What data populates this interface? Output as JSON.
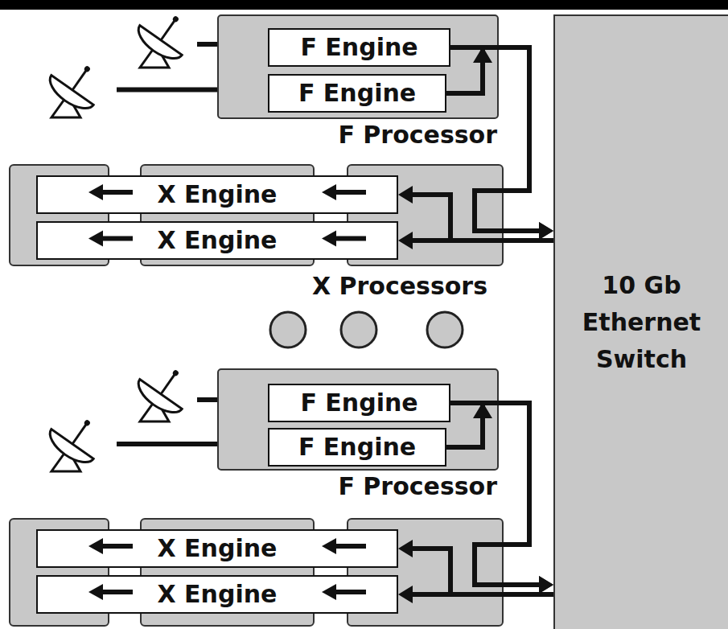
{
  "diagram": {
    "nodes": [
      {
        "text": [
          "F Processor"
        ]
      },
      {
        "text": [
          "F Engine"
        ],
        "in": 0
      },
      {
        "text": [
          "F Engine"
        ],
        "in": 0
      },
      {
        "text": [
          "X Engine"
        ]
      },
      {
        "text": [
          "X Engine"
        ]
      },
      {
        "text": [
          "10 Gb Ethernet Switch"
        ]
      },
      {
        "text": [
          "F Processor"
        ]
      },
      {
        "text": [
          "F Engine"
        ],
        "in": 6
      },
      {
        "text": [
          "F Engine"
        ],
        "in": 6
      },
      {
        "text": [
          "X Engine"
        ]
      },
      {
        "text": [
          "X Engine"
        ]
      }
    ],
    "edges": [
      {
        "from": 1,
        "to": 5,
        "arrow": "to"
      },
      {
        "from": 2,
        "to": 5,
        "arrow": "to"
      },
      {
        "from": 5,
        "to": 3,
        "arrow": "to"
      },
      {
        "from": 5,
        "to": 4,
        "arrow": "to"
      },
      {
        "from": 7,
        "to": 5,
        "arrow": "to"
      },
      {
        "from": 8,
        "to": 5,
        "arrow": "to"
      },
      {
        "from": 5,
        "to": 9,
        "arrow": "to"
      },
      {
        "from": 5,
        "to": 10,
        "arrow": "to"
      }
    ],
    "labels": [
      "X Processors"
    ]
  }
}
